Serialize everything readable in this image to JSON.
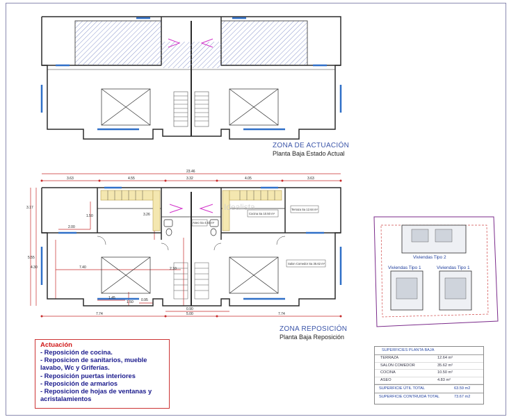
{
  "zones": {
    "actual_title": "ZONA DE ACTUACIÓN",
    "actual_subtitle": "Planta Baja Estado Actual",
    "reposicion_title": "ZONA REPOSICIÓN",
    "reposicion_subtitle": "Planta Baja Reposición"
  },
  "dimensions": {
    "total": "23.46",
    "top_segments": [
      "3.63",
      "4.55",
      "3.32",
      "4.05",
      "3.63"
    ],
    "bottom_segments": [
      "7.74",
      "5.00",
      "7.74"
    ],
    "misc": [
      "2.00",
      "1.50",
      "2.10",
      "3.26",
      "5.55",
      "7.40",
      "1.45",
      "0.95",
      "0.90",
      "3.17",
      "4.30",
      "1.50"
    ]
  },
  "room_labels": [
    "Cocina Sa 10.50 m²",
    "Aseo Sa 4.83 m²",
    "Salon Comedor Sa 35.62 m²",
    "Terraza Sa 12.64 m²"
  ],
  "watermark": "Idealista",
  "mini_plan": {
    "tipo2": "Viviendas Tipo 2",
    "tipo1a": "Viviendas Tipo 1",
    "tipo1b": "Viviendas Tipo 1"
  },
  "actuacion": {
    "header": "Actuación",
    "items": [
      "- Reposición de cocina.",
      "- Reposicion de sanitarios, mueble lavabo, Wc y Griferías.",
      "- Reposición puertas interiores",
      "- Reposición de armarios",
      "- Reposicion de hojas de ventanas y acristalamientos"
    ]
  },
  "superficies": {
    "header": "SUPERFICIES PLANTA BAJA",
    "rows": [
      {
        "label": "TERRAZA",
        "value": "12.64 m²"
      },
      {
        "label": "SALON COMEDOR",
        "value": "35.62 m²"
      },
      {
        "label": "COCINA",
        "value": "10.50 m²"
      },
      {
        "label": "ASEO",
        "value": "4.83 m²"
      }
    ],
    "util_label": "SUPERFICIE ÚTIL TOTAL",
    "util_value": "63.59 m2",
    "construida_label": "SUPERFICIE CONTRUIDA TOTAL",
    "construida_value": "73.67 m2"
  },
  "colors": {
    "wall": "#2a2a2a",
    "window": "#2f6fc7",
    "hatch": "#7a8ac8",
    "magenta": "#d030c8",
    "dim": "#c62a2a"
  }
}
